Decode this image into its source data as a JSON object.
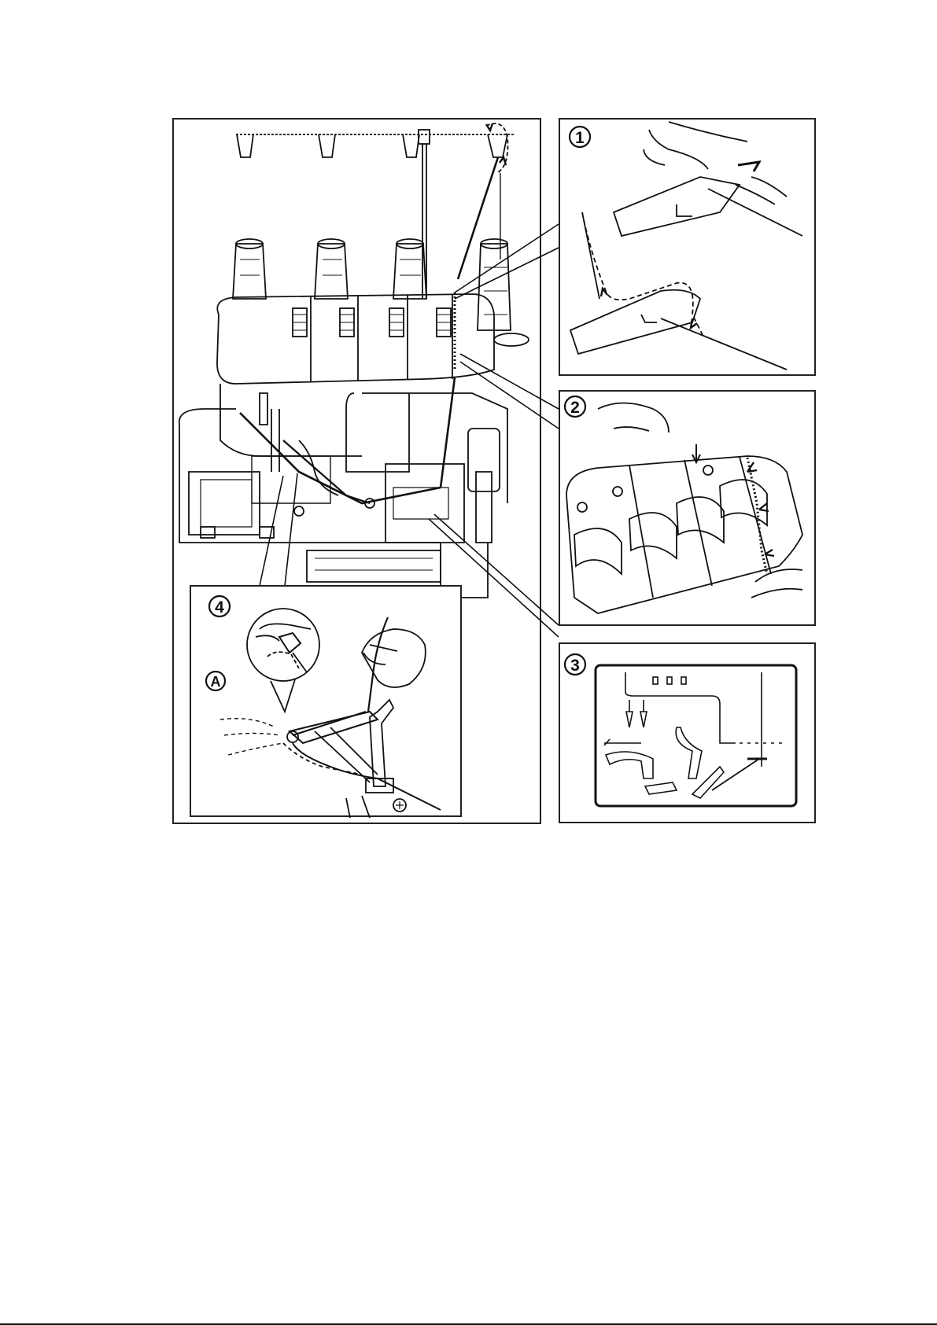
{
  "steps": [
    {
      "id": "step-1",
      "label": "1"
    },
    {
      "id": "step-2",
      "label": "2"
    },
    {
      "id": "step-3",
      "label": "3"
    },
    {
      "id": "step-4",
      "label": "4"
    }
  ],
  "detail_label": "A",
  "colors": {
    "ink": "#111111",
    "paper": "#ffffff"
  }
}
